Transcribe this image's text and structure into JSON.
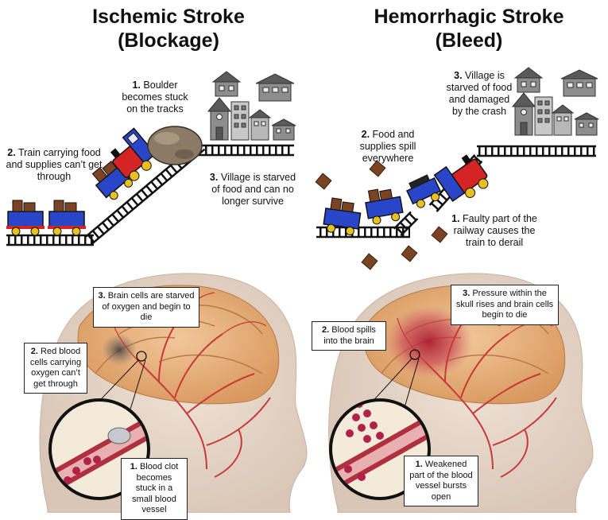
{
  "ischemic": {
    "title_line1": "Ischemic Stroke",
    "title_line2": "(Blockage)",
    "train": {
      "step1": {
        "num": "1.",
        "text": "Boulder becomes stuck on the tracks"
      },
      "step2": {
        "num": "2.",
        "text": "Train carrying food and supplies can’t get through"
      },
      "step3": {
        "num": "3.",
        "text": "Village is starved of food and can no longer survive"
      }
    },
    "brain": {
      "step1": {
        "num": "1.",
        "text": "Blood clot becomes stuck in a small blood vessel"
      },
      "step2": {
        "num": "2.",
        "text": "Red blood cells carrying oxygen can’t get through"
      },
      "step3": {
        "num": "3.",
        "text": "Brain cells are starved of oxygen and begin to die"
      }
    }
  },
  "hemorrhagic": {
    "title_line1": "Hemorrhagic Stroke",
    "title_line2": "(Bleed)",
    "train": {
      "step1": {
        "num": "1.",
        "text": "Faulty part of the railway causes the train to derail"
      },
      "step2": {
        "num": "2.",
        "text": "Food and supplies spill everywhere"
      },
      "step3": {
        "num": "3.",
        "text": "Village is starved of food and damaged by the crash"
      }
    },
    "brain": {
      "step1": {
        "num": "1.",
        "text": "Weakened part of the blood vessel bursts open"
      },
      "step2": {
        "num": "2.",
        "text": "Blood spills into the brain"
      },
      "step3": {
        "num": "3.",
        "text": "Pressure within the skull rises and brain cells begin to die"
      }
    }
  },
  "colors": {
    "rail": "#111111",
    "train_red": "#d42424",
    "train_blue": "#2a46c8",
    "cargo_brown": "#7a4422",
    "boulder": "#8a7a66",
    "vessel": "#c83a3a",
    "blood_cell": "#b0224a",
    "bleed": "#b81a3a",
    "house_gray": "#8d8d8d"
  }
}
